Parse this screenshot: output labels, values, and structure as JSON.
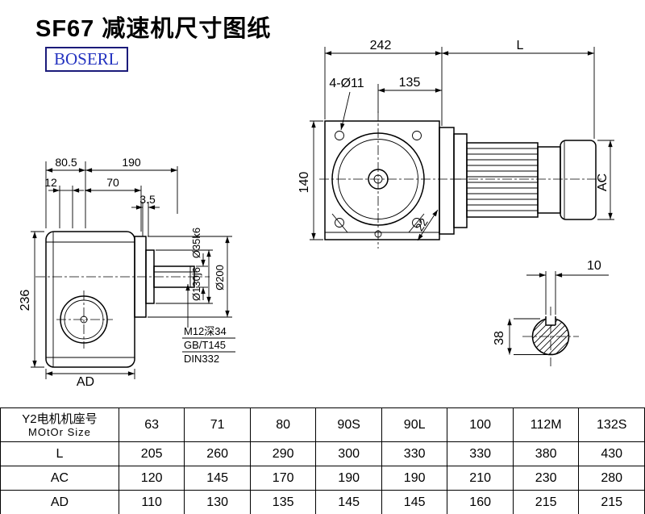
{
  "page": {
    "title": "SF67 减速机尺寸图纸",
    "brand": "BOSERL"
  },
  "side_view": {
    "d80_5": "80.5",
    "d190": "190",
    "d12": "12",
    "d70": "70",
    "d3_5": "3.5",
    "d236": "236",
    "dAD": "AD",
    "shaft_dia": "Ø35k6",
    "hub_dia": "Ø130j6",
    "flange_dia": "Ø200",
    "note1": "M12深34",
    "note2": "GB/T145",
    "note3": "DIN332"
  },
  "front_view": {
    "d242": "242",
    "dL": "L",
    "holes": "4-Ø11",
    "d135": "135",
    "d140": "140",
    "d22": "22",
    "dAC": "AC"
  },
  "shaft_section": {
    "d10": "10",
    "d38": "38"
  },
  "table": {
    "header_line1": "Y2电机机座号",
    "header_line2": "MOtOr Size",
    "sizes": [
      "63",
      "71",
      "80",
      "90S",
      "90L",
      "100",
      "112M",
      "132S"
    ],
    "rows": [
      {
        "label": "L",
        "values": [
          "205",
          "260",
          "290",
          "300",
          "330",
          "330",
          "380",
          "430"
        ]
      },
      {
        "label": "AC",
        "values": [
          "120",
          "145",
          "170",
          "190",
          "190",
          "210",
          "230",
          "280"
        ]
      },
      {
        "label": "AD",
        "values": [
          "110",
          "130",
          "135",
          "145",
          "145",
          "160",
          "215",
          "215"
        ]
      }
    ]
  }
}
